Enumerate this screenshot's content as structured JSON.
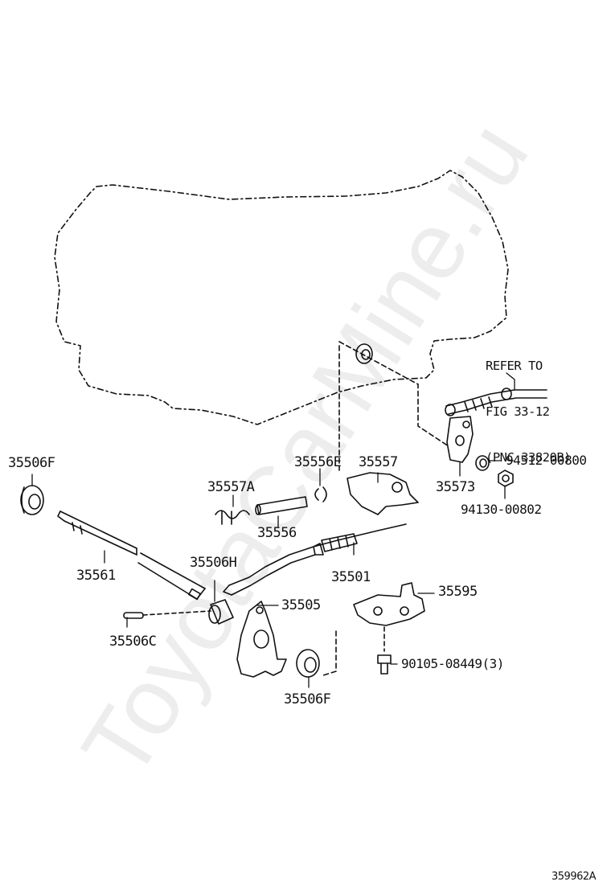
{
  "watermark": "ToyotaCarMine.ru",
  "figure_id": "359962A",
  "refer_note": [
    "REFER TO",
    "FIG 33-12",
    "(PNC 33820B)"
  ],
  "parts": {
    "p35506F_top": "35506F",
    "p35561": "35561",
    "p35506C": "35506C",
    "p35506H": "35506H",
    "p35505": "35505",
    "p35506F_bottom": "35506F",
    "p35557A": "35557A",
    "p35556": "35556",
    "p35556E": "35556E",
    "p35557": "35557",
    "p35501": "35501",
    "p35573": "35573",
    "p94512": "94512-00800",
    "p94130": "94130-00802",
    "p35595": "35595",
    "p90105": "90105-08449(3)"
  }
}
